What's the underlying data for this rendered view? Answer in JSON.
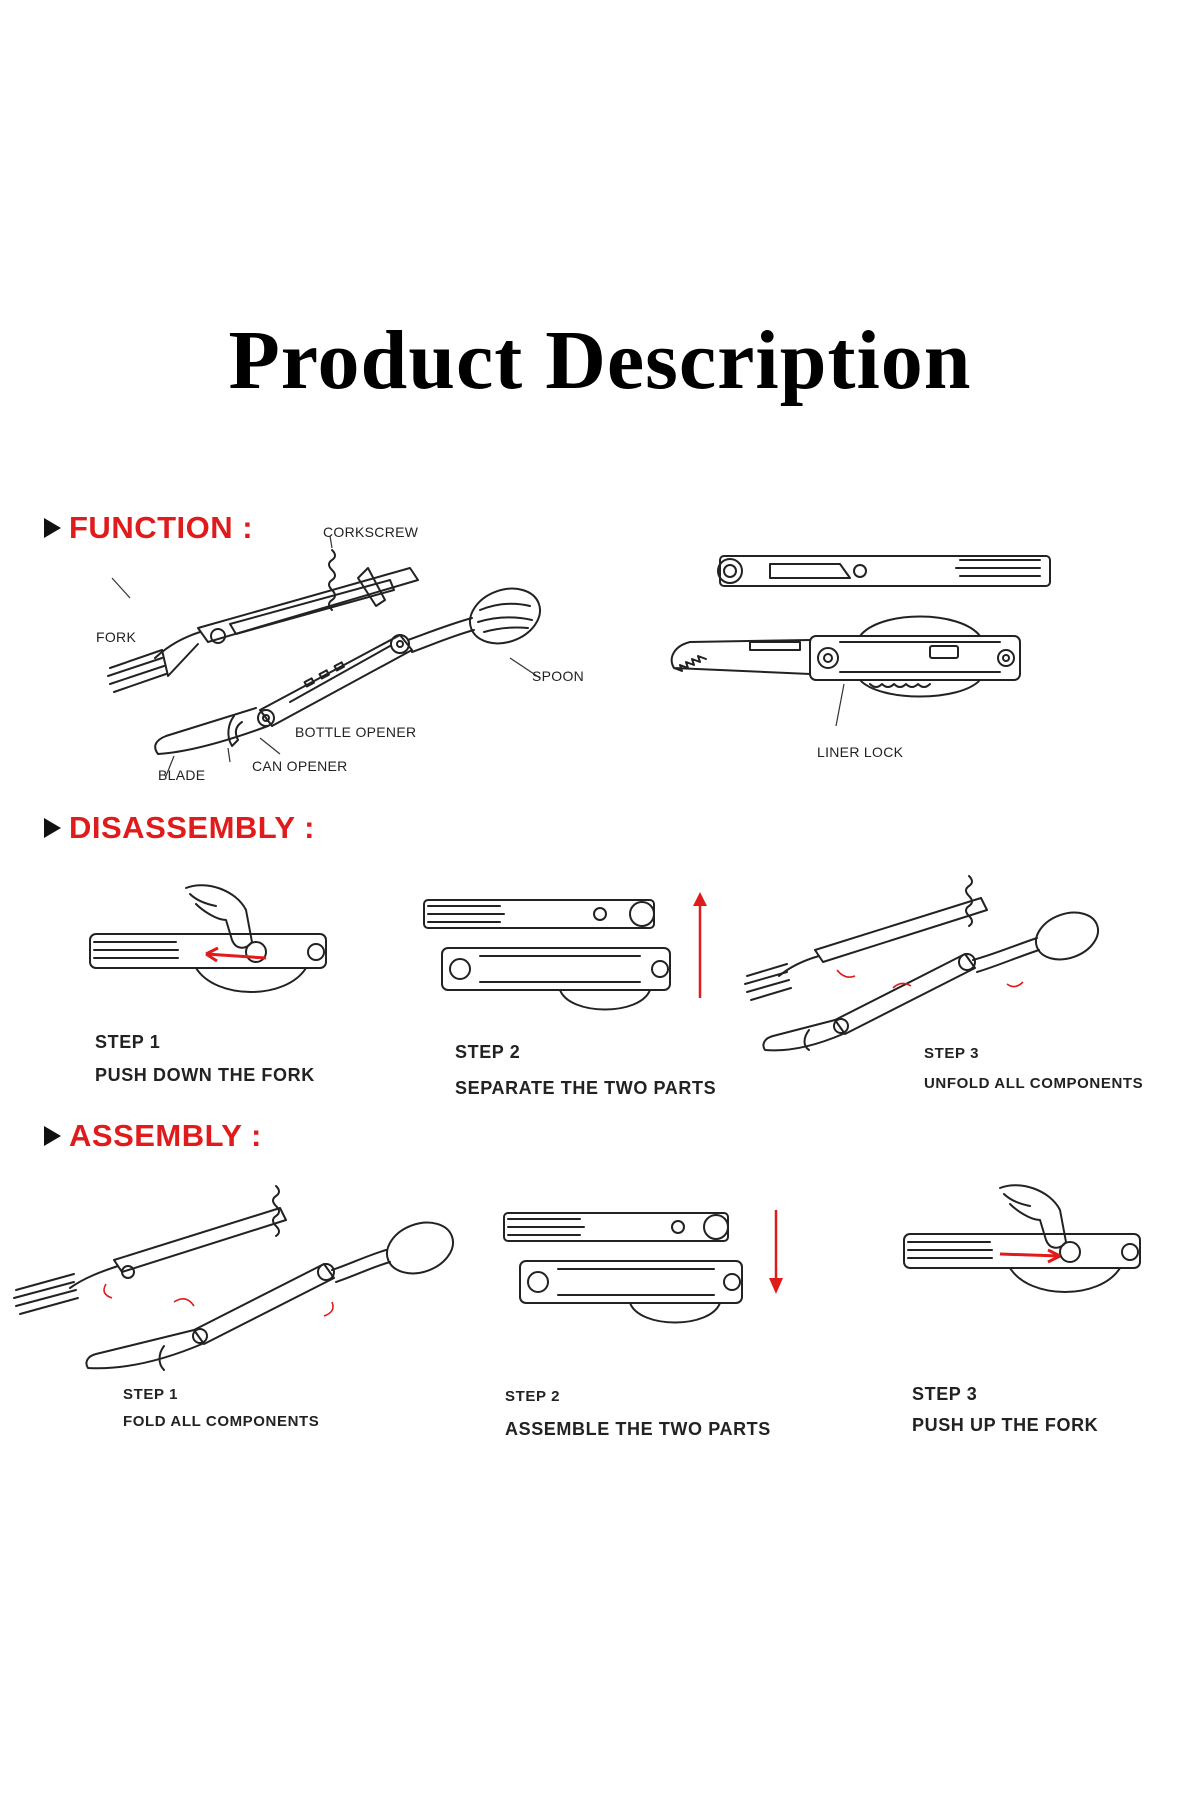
{
  "title": "Product Description",
  "function": {
    "heading": "FUNCTION :",
    "callouts": {
      "corkscrew": "CORKSCREW",
      "fork": "FORK",
      "spoon": "SPOON",
      "bottle_opener": "BOTTLE OPENER",
      "can_opener": "CAN OPENER",
      "blade": "BLADE",
      "liner_lock": "LINER LOCK"
    }
  },
  "disassembly": {
    "heading": "DISASSEMBLY :",
    "steps": [
      {
        "label": "STEP 1",
        "desc": "PUSH DOWN THE FORK"
      },
      {
        "label": "STEP 2",
        "desc": "SEPARATE THE TWO PARTS"
      },
      {
        "label": "STEP 3",
        "desc": "UNFOLD ALL COMPONENTS"
      }
    ]
  },
  "assembly": {
    "heading": "ASSEMBLY :",
    "steps": [
      {
        "label": "STEP 1",
        "desc": "FOLD ALL COMPONENTS"
      },
      {
        "label": "STEP 2",
        "desc": "ASSEMBLE THE TWO PARTS"
      },
      {
        "label": "STEP 3",
        "desc": "PUSH UP THE FORK"
      }
    ]
  },
  "colors": {
    "accent": "#e01b1b",
    "ink": "#111111",
    "background": "#ffffff"
  },
  "icons": {
    "section_marker": "right-triangle-icon",
    "arrow_up": "arrow-up-icon",
    "arrow_down": "arrow-down-icon"
  }
}
